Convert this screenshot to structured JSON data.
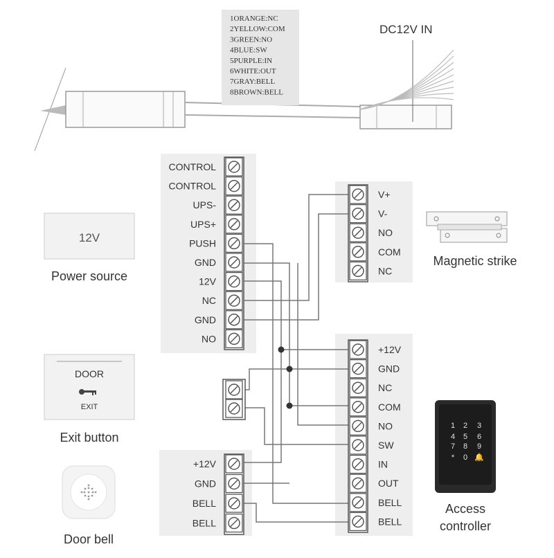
{
  "cable": {
    "legend": [
      "1ORANGE:NC",
      "2YELLOW:COM",
      "3GREEN:NO",
      "4BLUE:SW",
      "5PURPLE:IN",
      "6WHITE:OUT",
      "7GRAY:BELL",
      "8BROWN:BELL"
    ],
    "dc_label": "DC12V  IN"
  },
  "main_block": {
    "terminals": [
      "CONTROL",
      "CONTROL",
      "UPS-",
      "UPS+",
      "PUSH",
      "GND",
      "12V",
      "NC",
      "GND",
      "NO"
    ]
  },
  "strike_block": {
    "terminals": [
      "V+",
      "V-",
      "NO",
      "COM",
      "NC"
    ]
  },
  "controller_block": {
    "terminals": [
      "+12V",
      "GND",
      "NC",
      "COM",
      "NO",
      "SW",
      "IN",
      "OUT",
      "BELL",
      "BELL"
    ]
  },
  "bell_block": {
    "terminals": [
      "+12V",
      "GND",
      "BELL",
      "BELL"
    ]
  },
  "devices": {
    "power_box_text": "12V",
    "power_caption": "Power source",
    "strike_caption": "Magnetic strike",
    "exit_top": "DOOR",
    "exit_bottom": "EXIT",
    "exit_caption": "Exit button",
    "bell_caption": "Door bell",
    "access_caption_1": "Access",
    "access_caption_2": "controller",
    "keypad": [
      "1",
      "2",
      "3",
      "4",
      "5",
      "6",
      "7",
      "8",
      "9",
      "*",
      "0",
      "🔔"
    ]
  },
  "colors": {
    "panel_fill": "#eeeeee",
    "terminal_border": "#555555",
    "wire": "#777777",
    "junction": "#333333",
    "keypad_bg": "#1c1c1c"
  }
}
